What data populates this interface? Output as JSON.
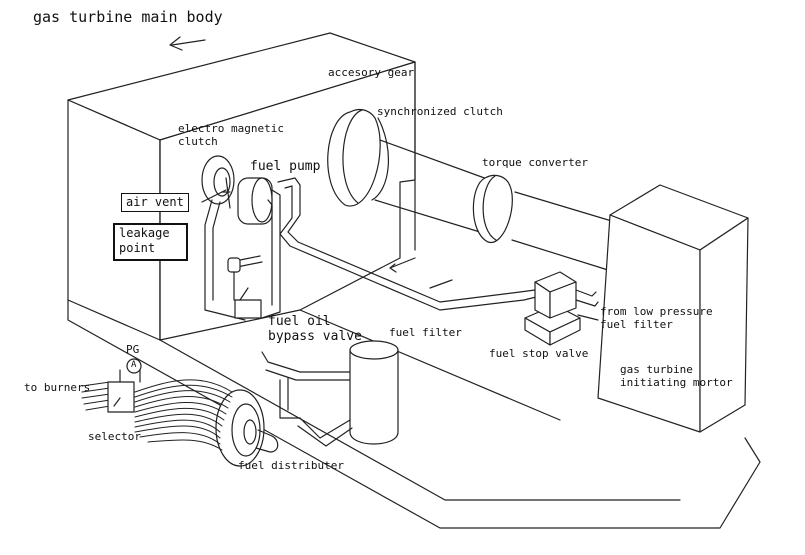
{
  "title": "gas turbine main body",
  "labels": {
    "accessory_gear": "accesory gear",
    "synchronized_clutch": "synchronized clutch",
    "electro_magnetic_clutch": [
      "electro magnetic",
      "clutch"
    ],
    "fuel_pump": "fuel pump",
    "air_vent": "air vent",
    "leakage_point": [
      "leakage",
      "point"
    ],
    "torque_converter": "torque converter",
    "fuel_oil_bypass_valve": [
      "fuel oil",
      "bypass valve"
    ],
    "fuel_filter": "fuel filter",
    "from_low_pressure_fuel_filter": [
      "from low pressure",
      "fuel filter"
    ],
    "fuel_stop_valve": "fuel stop valve",
    "gas_turbine_initiating_motor": [
      "gas turbine",
      "initiating mortor"
    ],
    "pg": "PG",
    "gauge_symbol": "A",
    "to_burners": "to burners",
    "selector": "selector",
    "fuel_distributer": "fuel distributer"
  }
}
